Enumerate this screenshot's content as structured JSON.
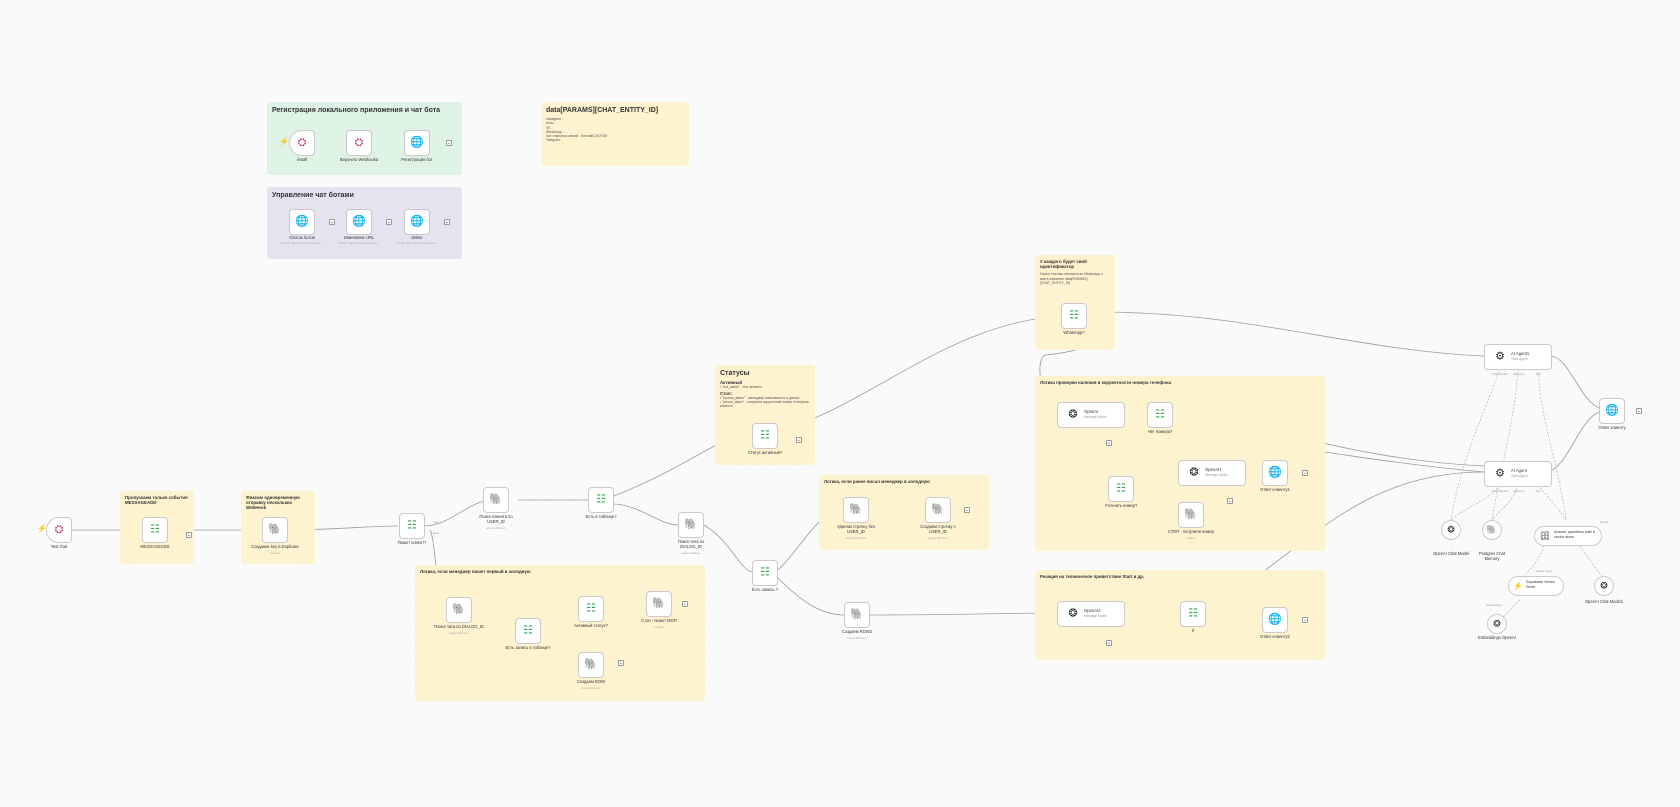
{
  "stickies": {
    "reg_title": "Регистрация локального приложения и чат бота",
    "mgmt_title": "Управление чат ботами",
    "params_title": "data[PARAMS][CHAT_ENTITY_ID]",
    "params_lines": [
      "Instagram -",
      "Avito -",
      "VK -",
      "WhatsApp -",
      "Чат открытых линий - livechatCUSTOM",
      "Telegram -"
    ],
    "skip_title": "Пропускаем только события MESSAGEADD",
    "fix_title": "Фиксим одновременную отправку нескольких WebHook",
    "status_title": "Статусы",
    "status_active": "Активный",
    "status_active_item": "• \"bot_active\" - бот активен",
    "status_stop": "Стоп:",
    "status_stop_items": [
      "• \"human_taken\" - менеджер вписывается в диалог",
      "• \"phone_taken\" - получили корректный номер телефона клиента"
    ],
    "logic_mgr_first_title": "Логика, если менеджер пишет первый в холодную",
    "logic_mgr_cold_title": "Логика, если ранее писал менеджер в холодную",
    "id_title": "У каждого будет свой идентификатор",
    "id_body": "Нужно тестово написать во WhatsApp и взять значение data[PARAMS][CHAT_ENTITY_ID]",
    "phone_title": "Логика проверки наличия и корректности номера телефона",
    "start_title": "Реакция на техническое приветствие Start и др."
  },
  "nodes": {
    "install": "install",
    "verify": "Верхнего Webhookа",
    "register_bot": "Регистрация бот",
    "bot_list": "Список ботов",
    "bot_list_sub": "POST: https://konsultant-seo...",
    "change_url": "Изменение URL",
    "change_url_sub": "POST: https://konsultant-seo...",
    "delete": "delete",
    "delete_sub": "POST: https://konsultant-seo...",
    "test_chat": "Test chat",
    "messageadd": "MESSAGEADD",
    "create_dup": "Создание key в Duplicate",
    "create_dup_sub": "execute",
    "client_writes": "Пишет клиент?",
    "find_user": "Поиск клиента по USER_ID",
    "find_user_sub": "select:allUsers",
    "in_table": "Есть в таблице?",
    "find_dialog": "Поиск чата по DIALOG_ID",
    "find_dialog_sub": "select:dialogs",
    "record_exists": "Есть запись ?",
    "status_active": "Статус активный?",
    "delete_row": "Удаляю строчку без USER_ID",
    "delete_row_sub": "delete:allUsers",
    "create_row_user": "Создаем строчку с USER_ID",
    "create_row_user_sub": "upsert:allUsers",
    "create_row2": "Создаем ROW2",
    "create_row2_sub": "insert:allUsers",
    "find_dialog2": "Поиск чата по DIALOG_ID",
    "find_dialog2_sub": "select:allUsers",
    "has_record_table": "Есть запись в таблице?",
    "active_status": "Активный статус?",
    "stop_writes": "Стоп - пишет МОП",
    "stop_writes_sub": "update",
    "create_row": "Создаем ROW",
    "create_row_sub": "insert:allUsers",
    "whatsapp": "WhatsApp?",
    "openai": "OpenAI",
    "openai_sub": "Message Model",
    "no_number": "Нет номера?",
    "openai1": "OpenAI1",
    "openai1_sub": "Message Model",
    "reply_client1": "Ответ клиенту1",
    "clarify_number": "Уточнить номер?",
    "stop_number": "СТОП - получили номер",
    "stop_number_sub": "update",
    "openai2": "OpenAI2",
    "openai2_sub": "Message Model",
    "if": "If",
    "reply_client2": "Ответ клиенту2",
    "ai_agent1": "AI Agent1",
    "ai_agent1_sub": "Tools Agent",
    "ai_agent": "AI Agent",
    "ai_agent_sub": "Tools Agent",
    "reply_client": "Ответ клиенту",
    "openai_chat_model": "OpenAI Chat Model",
    "postgres_memory": "Postgres Chat Memory",
    "answer_vector": "Answer questions with a vector store",
    "supabase": "Supabase Vector Store",
    "embeddings": "Embeddings OpenAI",
    "openai_chat_model1": "OpenAI Chat Model1",
    "port_chat_model": "Chat Model*",
    "port_memory": "Memory",
    "port_tool": "Tool",
    "port_model": "Model",
    "port_vector_store": "Vector Store",
    "port_embedding": "Embedding",
    "branch_true": "true",
    "branch_false": "false"
  },
  "colors": {
    "accent": "#ff6d5a",
    "sticky_yellow": "#fdf3cf",
    "sticky_green": "#dff3e4",
    "sticky_purple": "#e6e3f1",
    "filter_green": "#2fa84f",
    "db_blue": "#336791",
    "http_blue": "#5a54d6"
  },
  "icons": {
    "trigger": "lightning-icon",
    "filter": "filter-icon",
    "postgres": "elephant-icon",
    "http": "globe-icon",
    "webhook": "webhook-icon",
    "openai": "openai-icon",
    "agent": "robot-icon",
    "vector": "database-icon",
    "supabase": "bolt-icon"
  }
}
